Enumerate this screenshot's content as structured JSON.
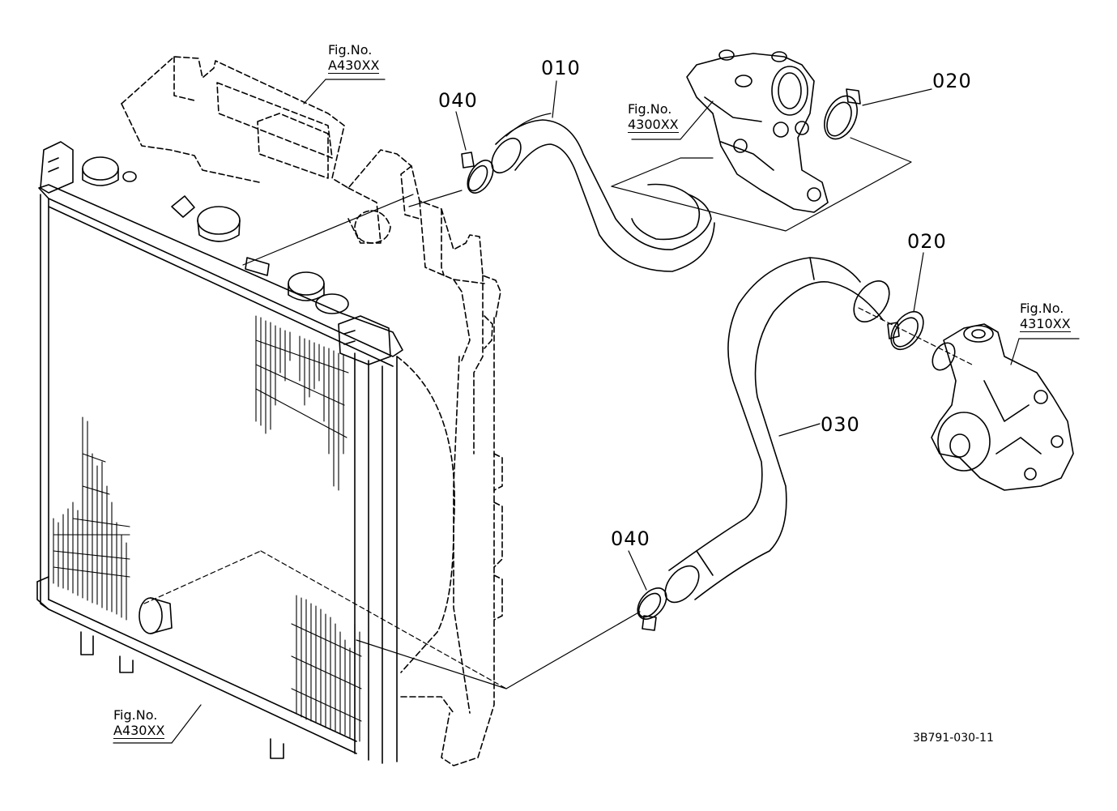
{
  "parts": {
    "p010": "010",
    "p020_top": "020",
    "p020_right": "020",
    "p030": "030",
    "p040_top": "040",
    "p040_bottom": "040"
  },
  "figrefs": {
    "top_radiator": {
      "prefix": "Fig.No.",
      "number": "A430XX"
    },
    "thermostat": {
      "prefix": "Fig.No.",
      "number": "4300XX"
    },
    "water_pump": {
      "prefix": "Fig.No.",
      "number": "4310XX"
    },
    "bottom_radiator": {
      "prefix": "Fig.No.",
      "number": "A430XX"
    }
  },
  "drawing_code": "3B791-030-11"
}
